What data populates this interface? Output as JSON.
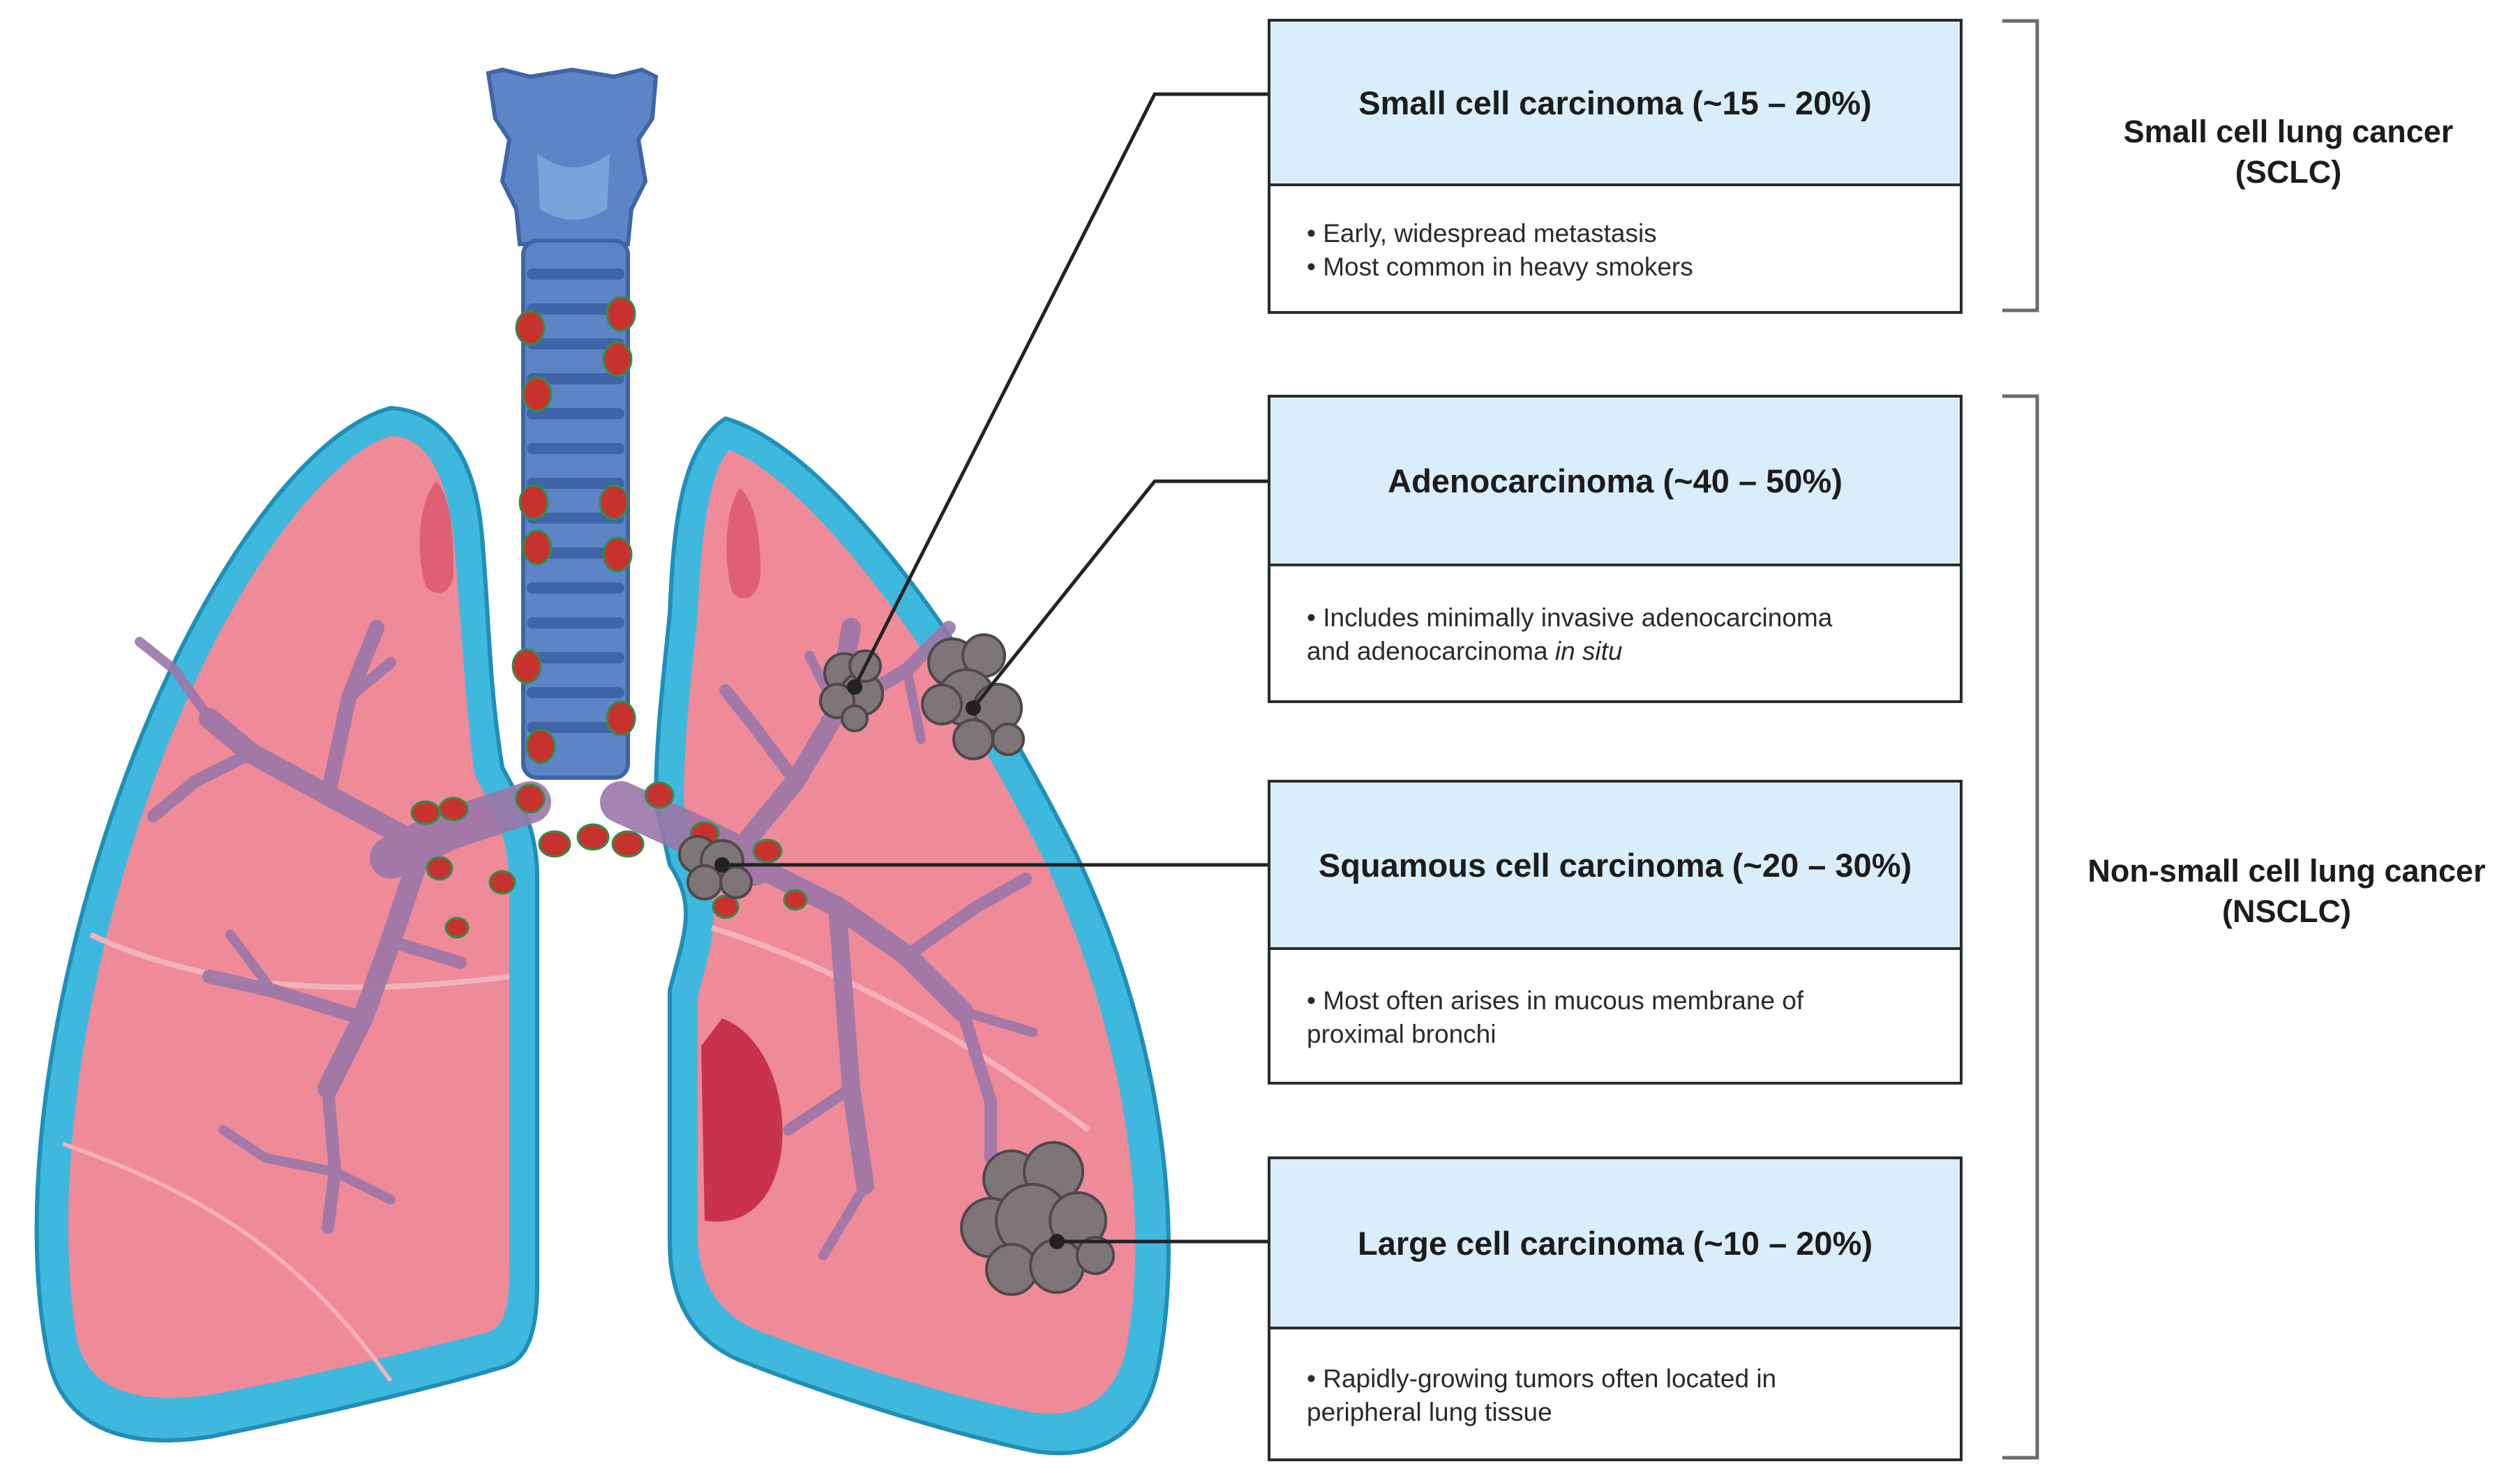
{
  "subtypes": [
    {
      "heading": "Small cell carcinoma (~15 – 20%)",
      "bullets": [
        "• Early, widespread metastasis",
        "• Most common in heavy smokers"
      ]
    },
    {
      "heading": "Adenocarcinoma (~40 – 50%)",
      "bullets": [
        "• Includes minimally invasive adenocarcinoma",
        "and adenocarcinoma"
      ],
      "bullet_italic": "in situ"
    },
    {
      "heading": "Squamous cell carcinoma (~20 – 30%)",
      "bullets": [
        "• Most often arises in mucous membrane of",
        "proximal bronchi"
      ]
    },
    {
      "heading": "Large cell carcinoma (~10 – 20%)",
      "bullets": [
        "• Rapidly-growing tumors often located in",
        "peripheral lung tissue"
      ]
    }
  ],
  "groups": {
    "sclc": {
      "line1": "Small cell lung cancer",
      "line2": "(SCLC)"
    },
    "nsclc": {
      "line1": "Non-small cell lung cancer",
      "line2": "(NSCLC)"
    }
  },
  "colors": {
    "pleura": "#3fb8de",
    "lung_fill": "#ef8a98",
    "trachea": "#5d84c4",
    "bronchi": "#9b77a8",
    "lymph_node": "#c8322e",
    "tumor": "#7d7577",
    "box_header": "#daedfb"
  }
}
